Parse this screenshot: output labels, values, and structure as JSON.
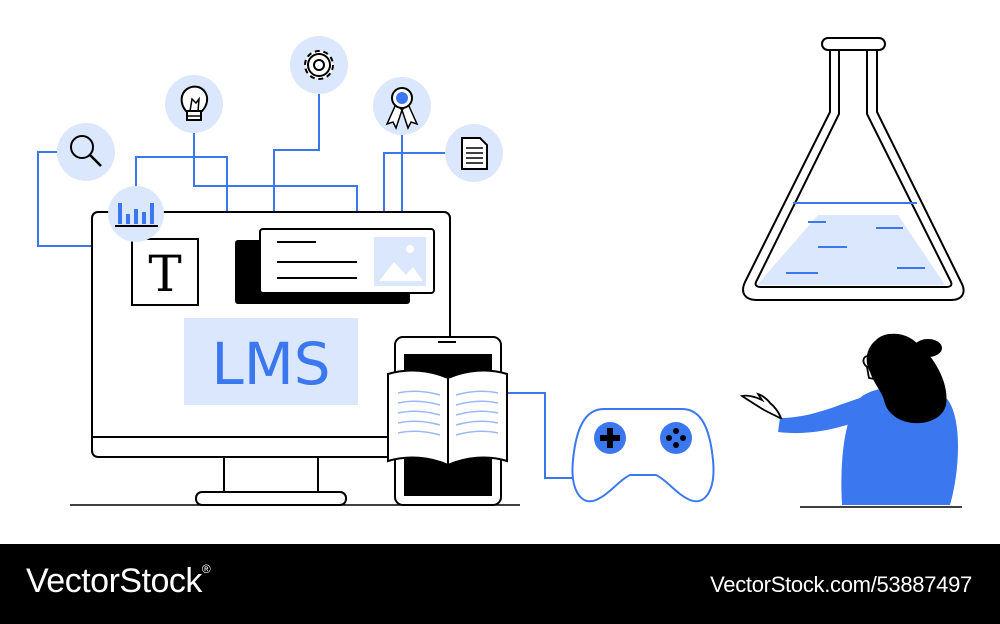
{
  "colors": {
    "accent": "#3b78f0",
    "accent_light": "#dbe7fd",
    "ink": "#000000",
    "background": "#ffffff"
  },
  "monitor": {
    "screen_text": "LMS",
    "text_tile": "T"
  },
  "icons": [
    "magnifier-icon",
    "bar-chart-icon",
    "lightbulb-icon",
    "gear-icon",
    "award-ribbon-icon",
    "document-icon",
    "image-icon",
    "book-icon",
    "gamepad-icon",
    "flask-icon"
  ],
  "footer": {
    "brand": "VectorStock",
    "registered_mark": "®",
    "stock_id": "VectorStock.com/53887497"
  }
}
